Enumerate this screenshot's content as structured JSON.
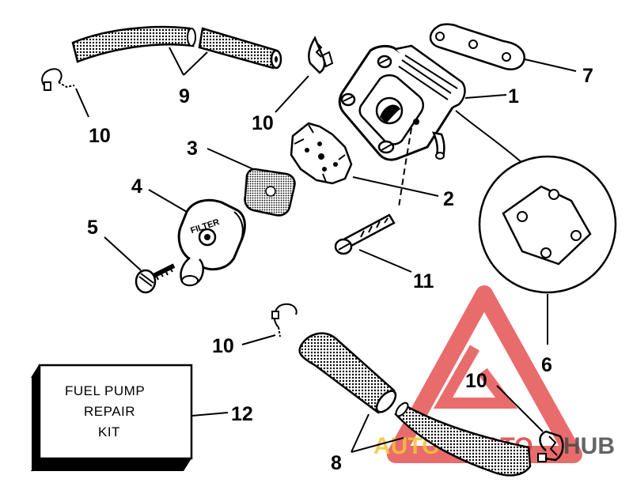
{
  "callouts": {
    "pump": "1",
    "diaphragm": "2",
    "filter_screen": "3",
    "filter_cover": "4",
    "cover_screw": "5",
    "gasket": "6",
    "bracket": "7",
    "hose_lower": "8",
    "hose_upper": "9",
    "clamp_left": "10",
    "clamp_top": "10",
    "clamp_mid": "10",
    "clamp_right": "10",
    "bolt": "11",
    "kit": "12"
  },
  "kit_box": {
    "line1": "FUEL PUMP",
    "line2": "REPAIR",
    "line3": "KIT"
  },
  "filter_cover_text": "FILTER",
  "watermark": {
    "part1": "AUTO",
    "part2": "MOTO",
    "part3": "HUB",
    "colors": {
      "red": "#e23b3b",
      "yellow": "#f3c23c",
      "dark": "#4a4a4a"
    }
  }
}
